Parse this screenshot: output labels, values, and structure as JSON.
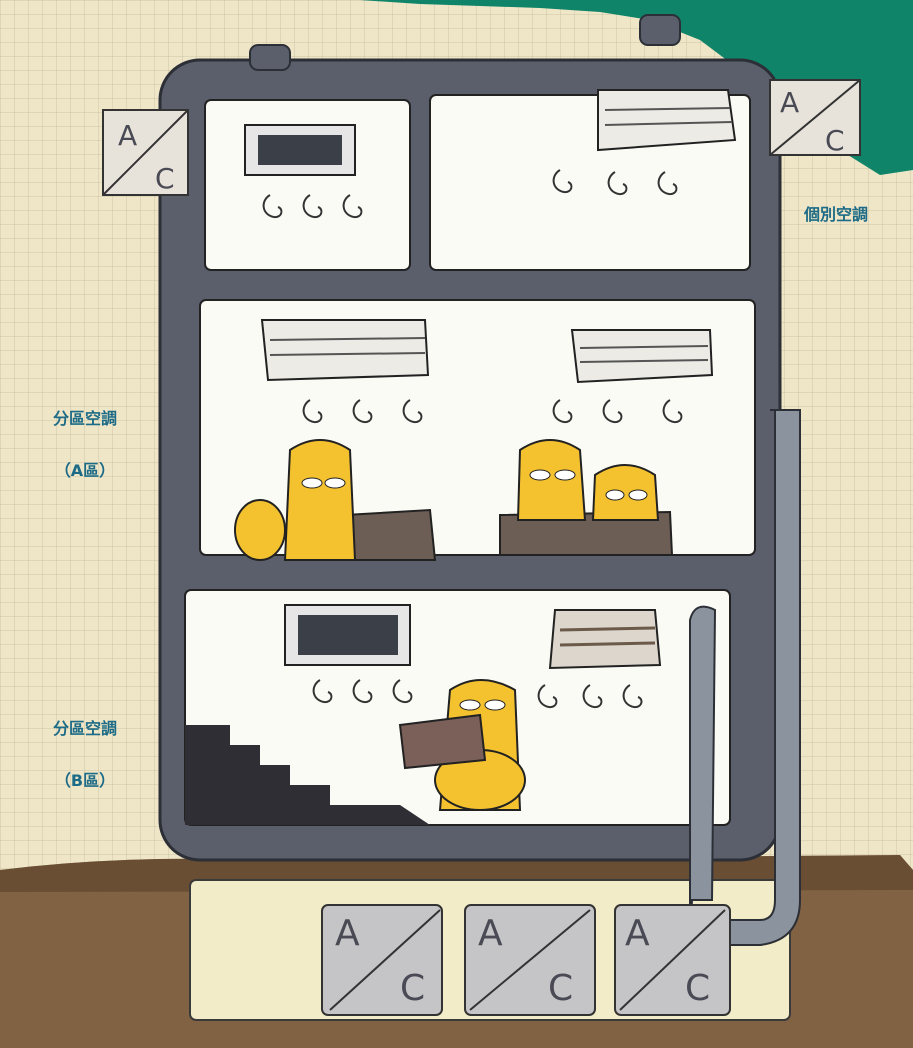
{
  "labels": {
    "individual_ac": "個別空調",
    "zone_a_title": "分區空調",
    "zone_a_sub": "（A區）",
    "zone_b_title": "分區空調",
    "zone_b_sub": "（B區）"
  },
  "ac_unit_letters": {
    "top": "A",
    "bottom": "C"
  },
  "outdoor_unit_count": 3,
  "colors": {
    "label_blue": "#1d6b86",
    "accent_green": "#0f8468",
    "building_gray": "#5a5f6b",
    "character_yellow": "#f4c12f",
    "soil_brown": "#7a5b3c"
  },
  "icons": [
    "outdoor-ac-unit-icon",
    "wall-ac-unit-icon",
    "ceiling-vent-icon",
    "airflow-swirl-icon",
    "duct-pipe-icon",
    "squirrel-character-icon"
  ]
}
